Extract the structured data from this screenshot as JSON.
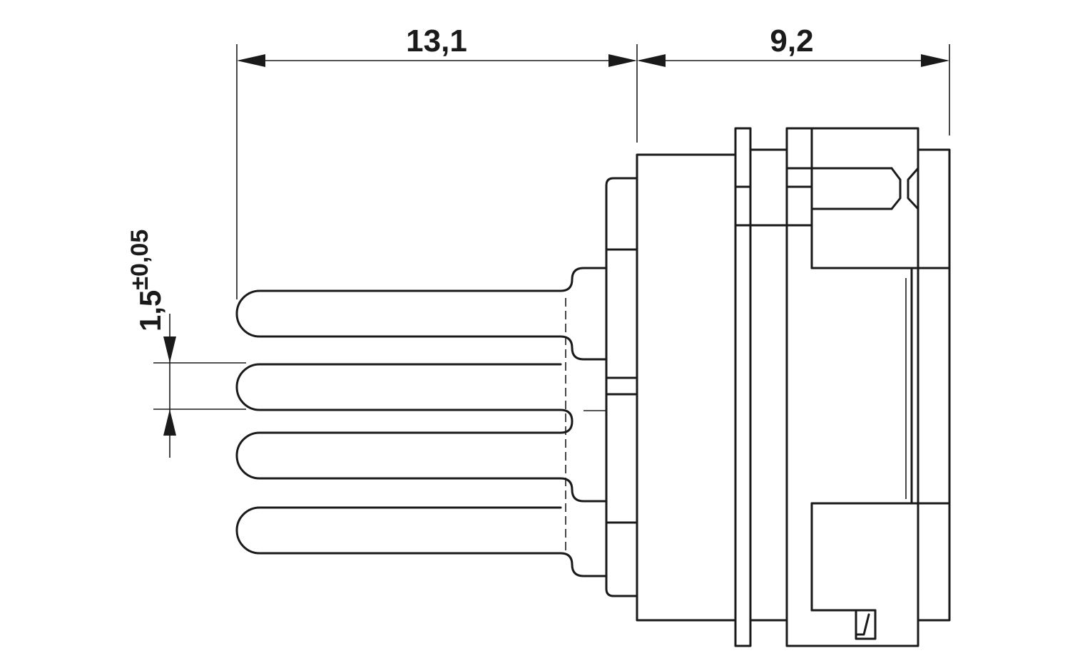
{
  "dimensions": {
    "pin_length": "13,1",
    "body_depth": "9,2",
    "pitch_value": "1,5",
    "pitch_tolerance": "±0,05"
  }
}
